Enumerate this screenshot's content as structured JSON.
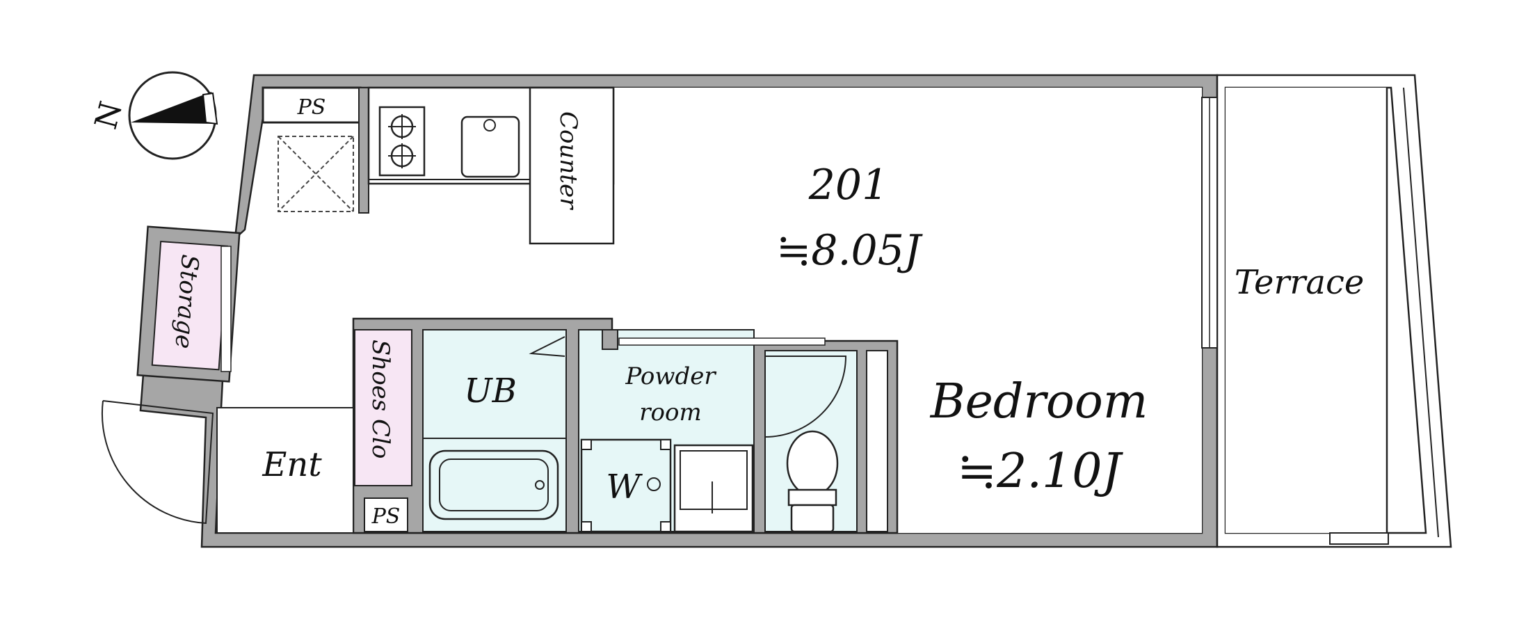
{
  "room_number": "201",
  "main_room": {
    "name": "201",
    "area": "≒8.05J"
  },
  "bedroom": {
    "name": "Bedroom",
    "area": "≒2.10J"
  },
  "terrace": "Terrace",
  "counter": "Counter",
  "ps_top": "PS",
  "ps_bottom": "PS",
  "storage": "Storage",
  "shoes_closet": "Shoes Clo",
  "unit_bath": "UB",
  "powder_room": {
    "line1": "Powder",
    "line2": "room"
  },
  "washer": "W",
  "entrance": "Ent",
  "compass_label": "N",
  "colors": {
    "wall": "#a6a6a6",
    "wet_area": "#e6f7f7",
    "closet": "#f7e6f4",
    "line": "#222222"
  }
}
